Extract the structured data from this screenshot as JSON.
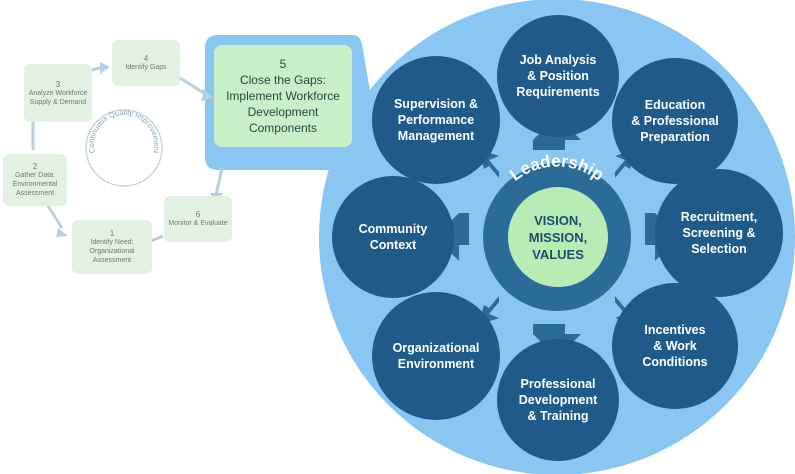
{
  "cycle": {
    "title": "Continuous Quality Improvement",
    "steps": [
      {
        "number": "1",
        "label": "Identify Need:\nOrganizational\nAssessment"
      },
      {
        "number": "2",
        "label": "Gather Data:\nEnvironmental\nAssessment"
      },
      {
        "number": "3",
        "label": "Analyze Workforce\nSupply & Demand"
      },
      {
        "number": "4",
        "label": "Identify Gaps"
      },
      {
        "number": "5",
        "label": "Close the Gaps:\nImplement Workforce\nDevelopment\nComponents"
      },
      {
        "number": "6",
        "label": "Monitor & Evaluate"
      }
    ]
  },
  "wheel": {
    "ring_label": "Leadership",
    "center": "VISION,\nMISSION,\nVALUES",
    "nodes": [
      "Job Analysis\n& Position\nRequirements",
      "Education\n& Professional\nPreparation",
      "Recruitment,\nScreening &\nSelection",
      "Incentives\n& Work\nConditions",
      "Professional\nDevelopment\n& Training",
      "Organizational\nEnvironment",
      "Community\nContext",
      "Supervision &\nPerformance\nManagement"
    ]
  },
  "colors": {
    "big_circle": "#8ac6f2",
    "node": "#1f5a8a",
    "ring": "#2b6b98",
    "center": "#b8ecb4",
    "highlight": "#c9f0c9",
    "box": "#e3f1e2"
  }
}
